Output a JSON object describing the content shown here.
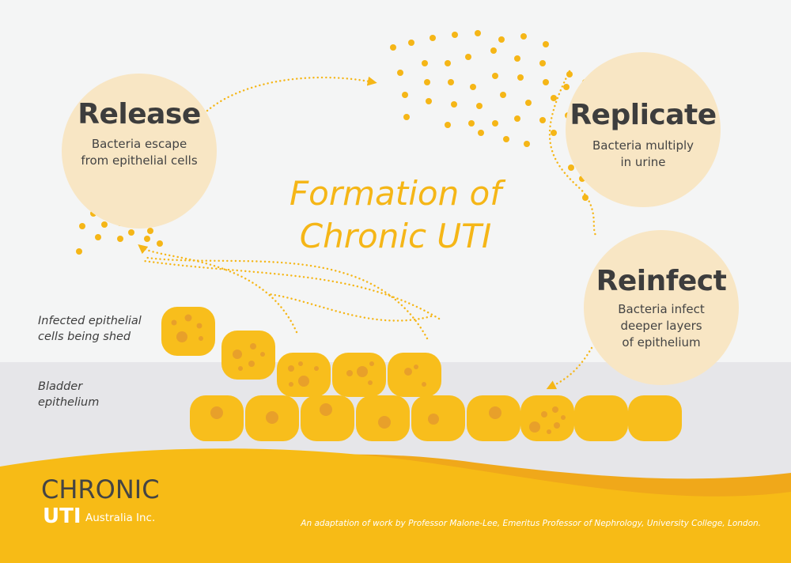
{
  "title": {
    "line1": "Formation of",
    "line2": "Chronic UTI"
  },
  "stages": {
    "release": {
      "title": "Release",
      "desc1": "Bacteria escape",
      "desc2": "from epithelial cells"
    },
    "replicate": {
      "title": "Replicate",
      "desc1": "Bacteria multiply",
      "desc2": "in urine"
    },
    "reinfect": {
      "title": "Reinfect",
      "desc1": "Bacteria infect",
      "desc2": "deeper layers",
      "desc3": "of epithelium"
    }
  },
  "labels": {
    "shed1": "Infected epithelial",
    "shed2": "cells being shed",
    "bladder1": "Bladder",
    "bladder2": "epithelium"
  },
  "logo": {
    "chronic": "CHRONIC",
    "uti": "UTI",
    "org": "Australia Inc."
  },
  "credit": "An adaptation of work by Professor Malone-Lee, Emeritus Professor of Nephrology, University College, London.",
  "colors": {
    "accent": "#f5b617",
    "cell": "#f8be1c",
    "nucleus": "#e8a02a",
    "circle": "#f8e6c4",
    "band": "#e6e6e9"
  }
}
